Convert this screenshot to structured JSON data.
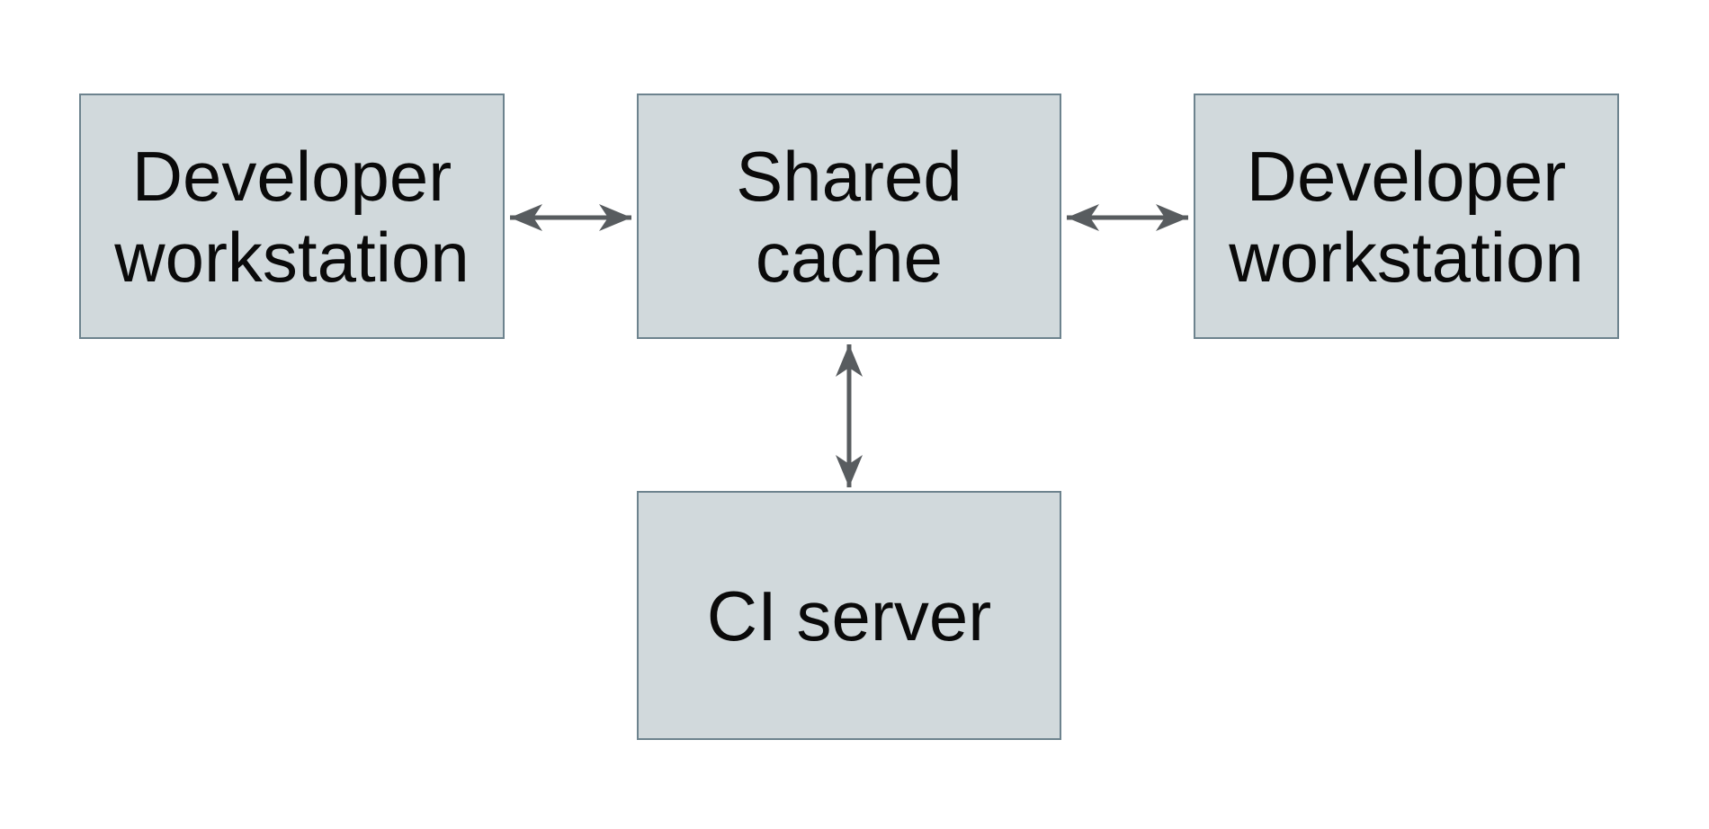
{
  "diagram": {
    "nodes": {
      "workstation_left": {
        "label": "Developer workstation",
        "lines": [
          "Developer",
          "workstation"
        ]
      },
      "shared_cache": {
        "label": "Shared cache",
        "lines": [
          "Shared",
          "cache"
        ]
      },
      "workstation_right": {
        "label": "Developer workstation",
        "lines": [
          "Developer",
          "workstation"
        ]
      },
      "ci_server": {
        "label": "CI server",
        "lines": [
          "CI server"
        ]
      }
    },
    "edges": [
      {
        "from": "workstation_left",
        "to": "shared_cache",
        "direction": "bidirectional"
      },
      {
        "from": "shared_cache",
        "to": "workstation_right",
        "direction": "bidirectional"
      },
      {
        "from": "shared_cache",
        "to": "ci_server",
        "direction": "bidirectional"
      }
    ],
    "colors": {
      "background": "#ffffff",
      "node_fill": "#d1d9dc",
      "node_border": "#6d838e",
      "arrow": "#585c5f",
      "text": "#0a0a0a"
    }
  }
}
